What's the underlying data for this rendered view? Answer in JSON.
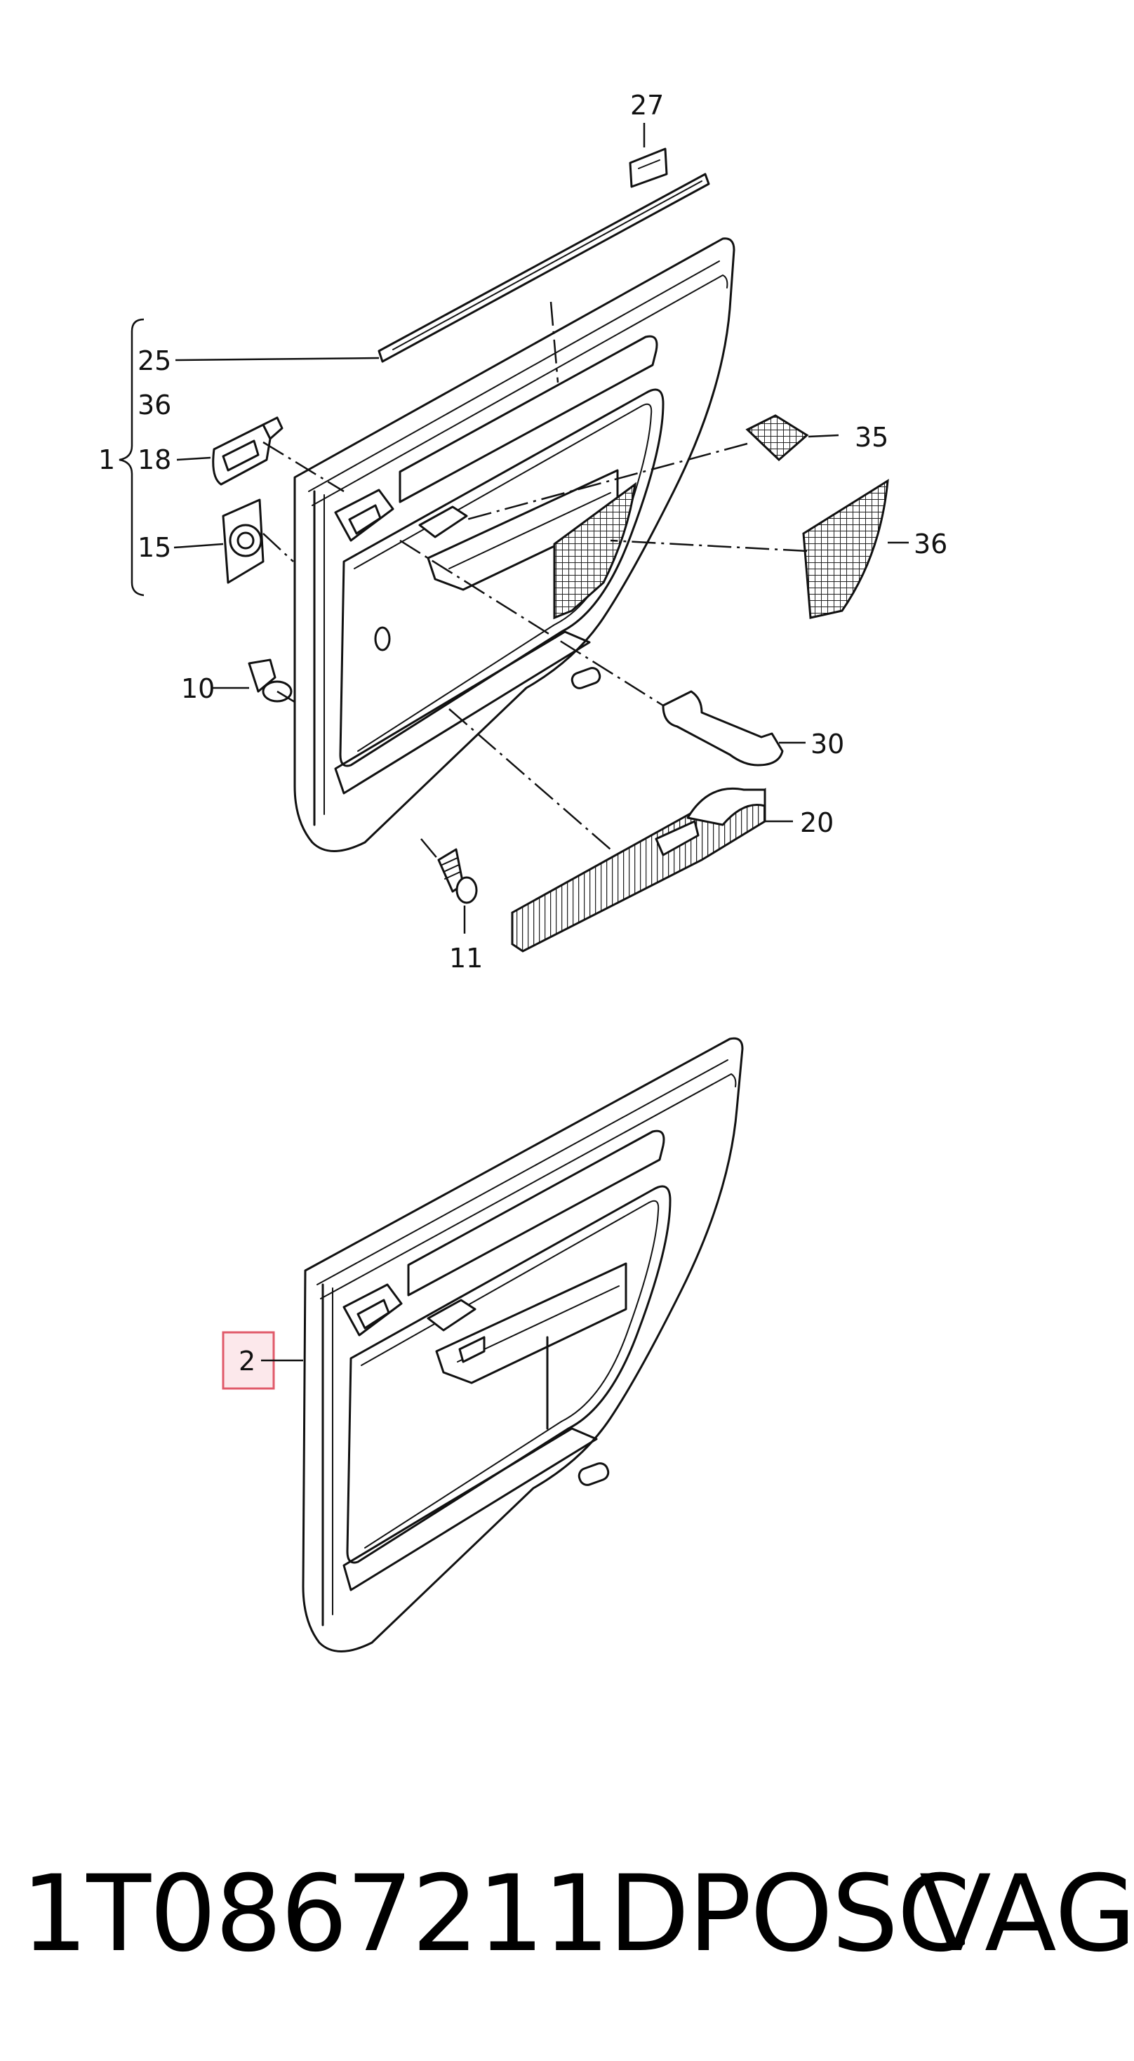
{
  "callouts": {
    "c27": "27",
    "c25": "25",
    "c36a": "36",
    "c1": "1",
    "c18": "18",
    "c15": "15",
    "c35": "35",
    "c36b": "36",
    "c10": "10",
    "c30": "30",
    "c20": "20",
    "c11": "11",
    "c2": "2"
  },
  "highlight_color": "#e05a6a",
  "footer": {
    "part_number": "1T0867211DPOSC",
    "brand": "VAG"
  }
}
